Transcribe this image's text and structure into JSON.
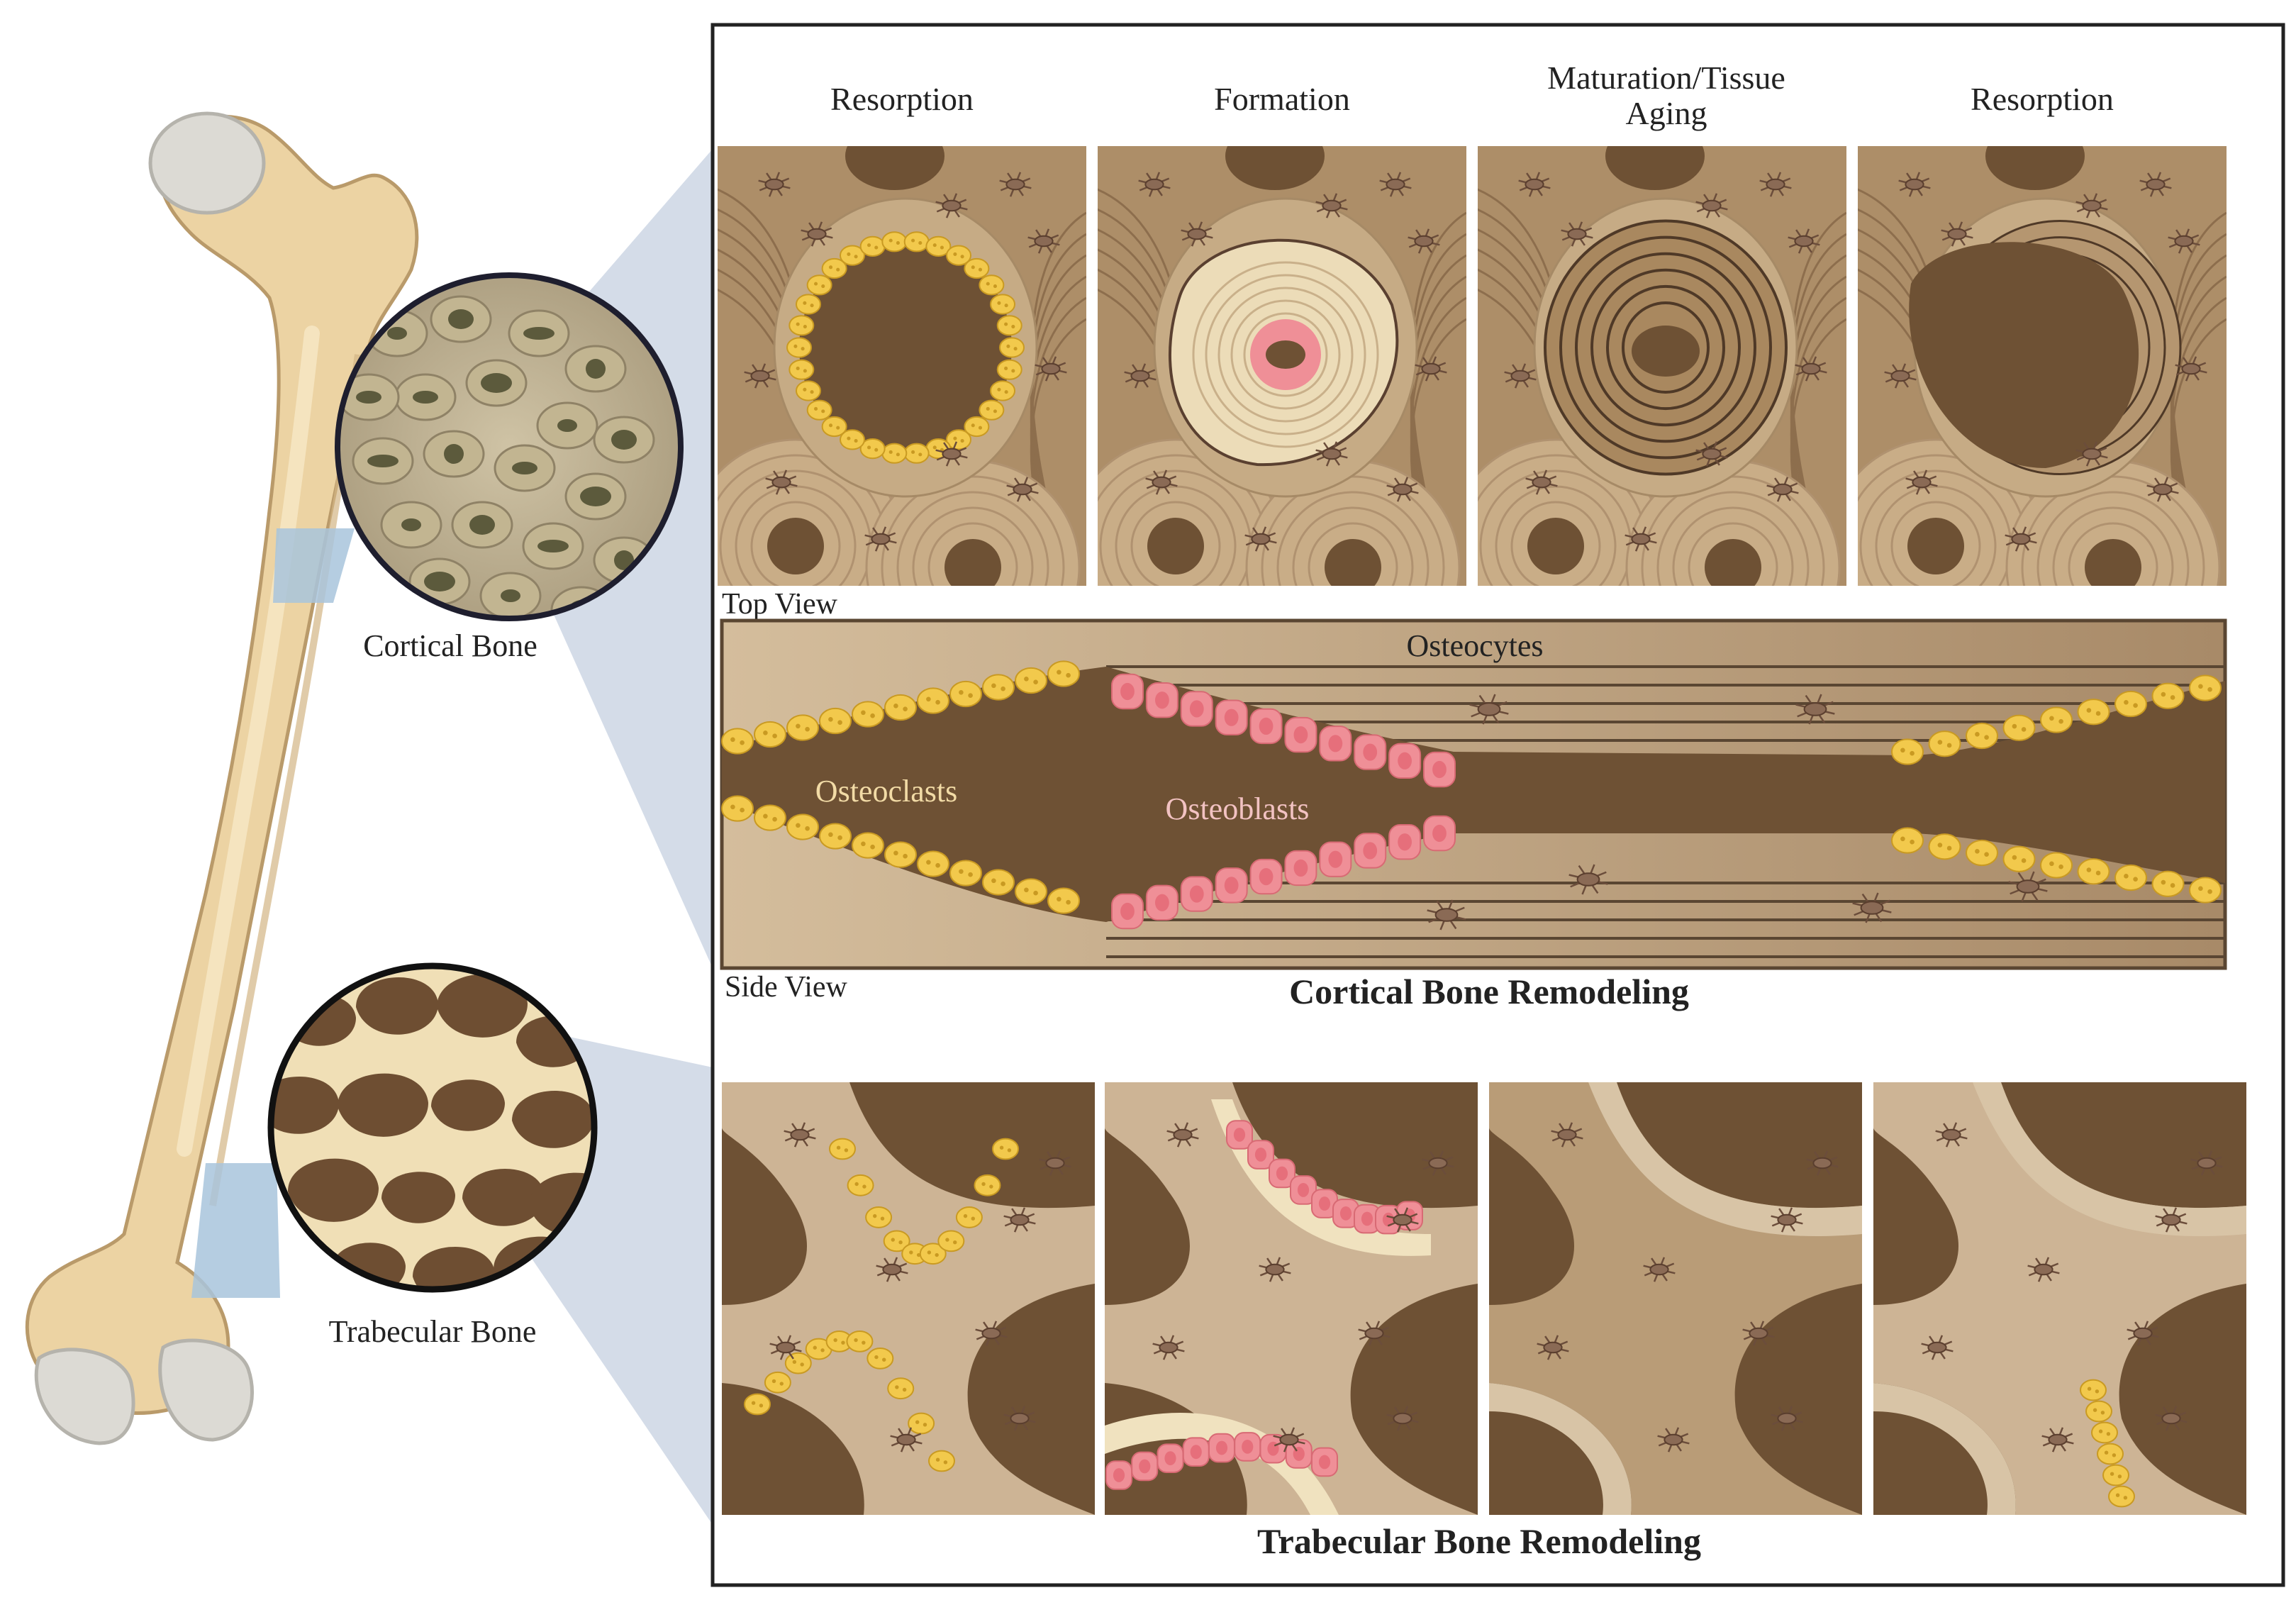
{
  "figure": {
    "labels": {
      "cortical_bone": "Cortical Bone",
      "trabecular_bone": "Trabecular Bone"
    },
    "top_row": {
      "stage_titles": [
        "Resorption",
        "Formation",
        "Maturation/Tissue Aging",
        "Resorption"
      ],
      "view_label": "Top View"
    },
    "side_view": {
      "view_label": "Side View",
      "osteocytes": "Osteocytes",
      "osteoclasts": "Osteoclasts",
      "osteoblasts": "Osteoblasts",
      "caption": "Cortical Bone Remodeling"
    },
    "trabecular": {
      "caption": "Trabecular Bone Remodeling"
    },
    "colors": {
      "bone_light": "#e8d3a6",
      "bone_mid": "#b8976e",
      "bone_tan": "#c9ad87",
      "cavity": "#6e5134",
      "osteoclast": "#f2c94c",
      "osteoblast": "#ef8f97",
      "osteocyte": "#8a6a55",
      "panel_border": "#333333",
      "wedge": "#c5d0e0"
    }
  }
}
